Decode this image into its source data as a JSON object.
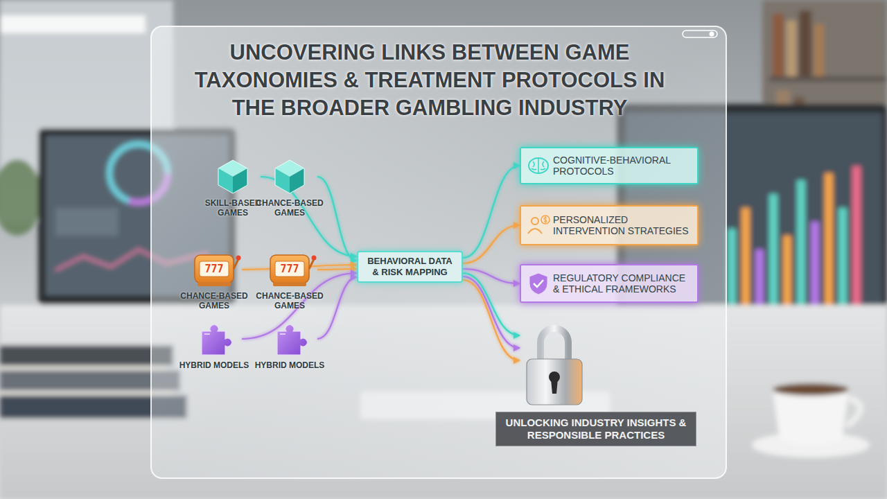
{
  "diagram": {
    "title": "UNCOVERING LINKS BETWEEN GAME TAXONOMIES & TREATMENT PROTOCOLS IN THE BROADER GAMBLING INDUSTRY",
    "nodes": [
      {
        "text": [
          "SKILL-BASED GAMES"
        ]
      },
      {
        "text": [
          "CHANCE-BASED GAMES"
        ]
      },
      {
        "text": [
          "CHANCE-BASED GAMES"
        ]
      },
      {
        "text": [
          "CHANCE-BASED GAMES"
        ]
      },
      {
        "text": [
          "HYBRID MODELS"
        ]
      },
      {
        "text": [
          "HYBRID MODELS"
        ]
      },
      {
        "text": [
          "BEHAVIORAL DATA & RISK MAPPING"
        ]
      },
      {
        "text": [
          "COGNITIVE-BEHAVIORAL PROTOCOLS"
        ]
      },
      {
        "text": [
          "PERSONALIZED INTERVENTION STRATEGIES"
        ]
      },
      {
        "text": [
          "REGULATORY COMPLIANCE & ETHICAL FRAMEWORKS"
        ]
      },
      {
        "text": [
          "UNLOCKING INDUSTRY INSIGHTS & RESPONSIBLE PRACTICES"
        ]
      }
    ],
    "edges": [
      {
        "from": 0,
        "to": 6,
        "arrow": "to"
      },
      {
        "from": 1,
        "to": 6,
        "arrow": "to"
      },
      {
        "from": 2,
        "to": 6,
        "arrow": "to"
      },
      {
        "from": 3,
        "to": 6,
        "arrow": "to"
      },
      {
        "from": 4,
        "to": 6,
        "arrow": "to"
      },
      {
        "from": 5,
        "to": 6,
        "arrow": "to"
      },
      {
        "from": 6,
        "to": 7,
        "arrow": "to"
      },
      {
        "from": 6,
        "to": 8,
        "arrow": "to"
      },
      {
        "from": 6,
        "to": 9,
        "arrow": "to"
      },
      {
        "from": 6,
        "to": 10,
        "arrow": "to"
      },
      {
        "from": 6,
        "to": 10,
        "arrow": "to"
      },
      {
        "from": 6,
        "to": 10,
        "arrow": "to"
      }
    ],
    "labels": [
      "777",
      "777"
    ]
  }
}
